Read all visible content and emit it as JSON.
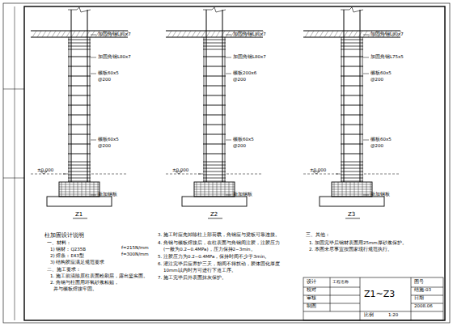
{
  "diagram": {
    "labels": [
      "加固角钢L80x7",
      "加固角钢L80x7",
      "缀板60x5",
      "@200",
      "缀板60x5",
      "@200",
      "±0.000",
      "新加钢板",
      "Z1",
      "加固角钢L80x7",
      "加固角钢L80x7",
      "缀板200x6",
      "@200",
      "缀板60x5",
      "@200",
      "±0.000",
      "新加钢板",
      "Z2",
      "加固角钢L80x7",
      "加固角钢L75x5",
      "缀板60x5",
      "@200",
      "缀板60x5",
      "@200",
      "±0.000",
      "新加钢板",
      "Z3",
      "柱加固设计说明",
      "一、材料：",
      "1) 钢材：Q235B",
      "f=215N/mm",
      "2) 焊条：E43型",
      "f=300N/mm",
      "3) 结构胶应满足规范要求",
      "二、施工要求：",
      "1. 施工前清除原柱表面粉刷层，露出坚实面。",
      "2. 角钢与柱面用环氧砂浆粘贴，",
      "并与缀板焊接牢固。",
      "3. 施工时应先卸除柱上部荷载，角钢应与梁板可靠连接。",
      "4. 角钢与缀板焊接后，在柱表面与角钢间注胶，注胶压力",
      "(一般为0.2~0.4MPa)，压力保持2~3min。",
      "5. 注胶压力为0.2~0.4MPa，保持时间不少于3min。",
      "6. 灌注完毕后应养护三天，期间不得扰动，胶体固化厚度",
      "10mm以内时方可进行下道工序。",
      "7. 施工完毕后外表面抹灰保护。",
      "三、其他：",
      "1. 加固完毕后钢材表面用25mm厚砂浆保护。",
      "2. 本图未尽事宜按国家现行规范执行。",
      "设计",
      "校对",
      "审核",
      "制图",
      "工程名称",
      "Z1~Z3",
      "比例",
      "1:20",
      "图号",
      "结施-03",
      "日期",
      "2008.06"
    ]
  }
}
